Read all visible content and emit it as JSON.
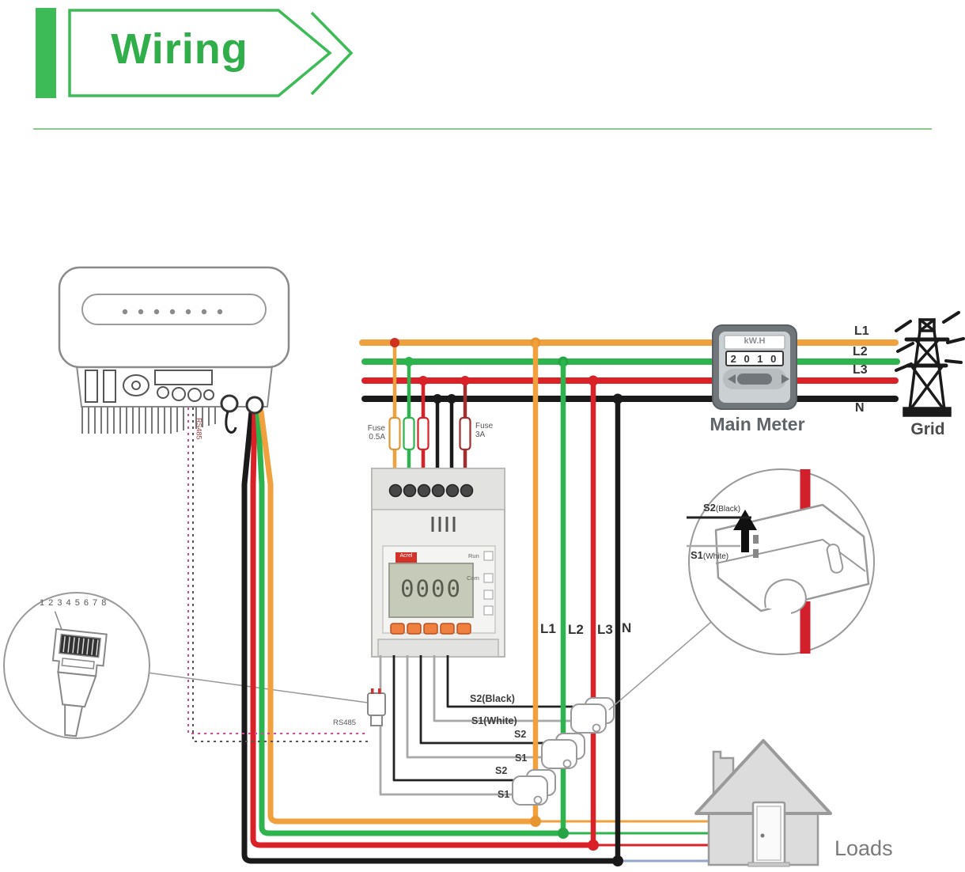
{
  "palette": {
    "brand_green": "#3dbb56",
    "wire_orange": "#f0a03c",
    "wire_green": "#2eb44e",
    "wire_red": "#da2128",
    "wire_black": "#1a1a1a",
    "neutral_thin": "#93a7c9",
    "rs485_pink": "#d6459a",
    "ct_red": "#d21f2c"
  },
  "header": {
    "title": "Wiring"
  },
  "inverter": {
    "rs485_port_label": "RS485"
  },
  "rj45_detail": {
    "pins_label": "1 2 3 4 5 6 7 8"
  },
  "bus": {
    "fuse_small_line1": "Fuse",
    "fuse_small_line2": "0.5A",
    "fuse_aux_line1": "Fuse",
    "fuse_aux_line2": "3A"
  },
  "energy_meter": {
    "brand": "Acrel",
    "lcd_value": "0000",
    "run_label": "Run",
    "com_label": "Com",
    "rs485_label": "RS485"
  },
  "ct_wires": {
    "pair1_s2": "S2(Black)",
    "pair1_s1": "S1(White)",
    "pair2_s2": "S2",
    "pair2_s1": "S1",
    "pair3_s2": "S2",
    "pair3_s1": "S1"
  },
  "phases": {
    "l1": "L1",
    "l2": "L2",
    "l3": "L3",
    "n": "N"
  },
  "main_meter": {
    "display_unit": "kW.H",
    "display_digits": "2 0 1 0",
    "label": "Main Meter"
  },
  "grid": {
    "l1": "L1",
    "l2": "L2",
    "l3": "L3",
    "n": "N",
    "label": "Grid"
  },
  "ct_detail": {
    "s2_label": "S2",
    "s2_note": "(Black)",
    "s1_label": "S1",
    "s1_note": "(White)"
  },
  "loads": {
    "label": "Loads"
  }
}
